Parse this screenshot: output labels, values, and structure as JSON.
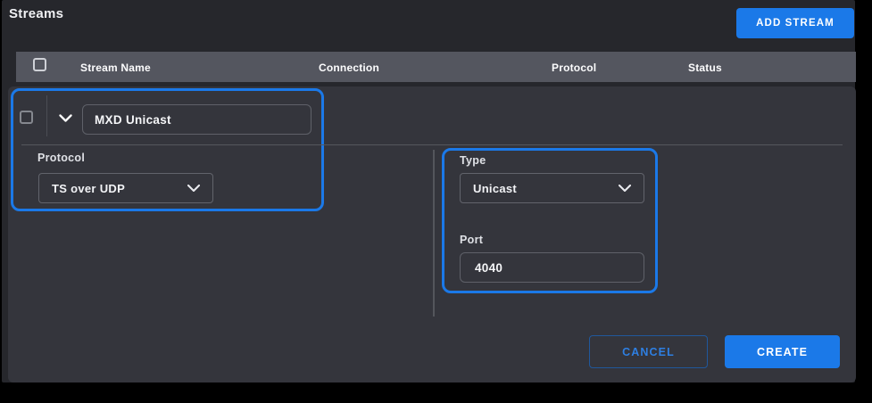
{
  "page": {
    "title": "Streams"
  },
  "toolbar": {
    "add_stream_label": "ADD STREAM"
  },
  "table": {
    "columns": [
      "Stream Name",
      "Connection",
      "Protocol",
      "Status"
    ]
  },
  "editor": {
    "stream_name": {
      "value": "MXD Unicast"
    },
    "protocol": {
      "label": "Protocol",
      "value": "TS over UDP"
    },
    "type": {
      "label": "Type",
      "value": "Unicast"
    },
    "port": {
      "label": "Port",
      "value": "4040"
    },
    "cancel_label": "CANCEL",
    "create_label": "CREATE"
  },
  "colors": {
    "accent_blue": "#1b79e8",
    "panel_bg": "#26272c",
    "card_bg": "#34353c",
    "table_header_bg": "#54565f"
  },
  "icons": {
    "expander": "chevron-down",
    "dropdown": "chevron-down"
  }
}
